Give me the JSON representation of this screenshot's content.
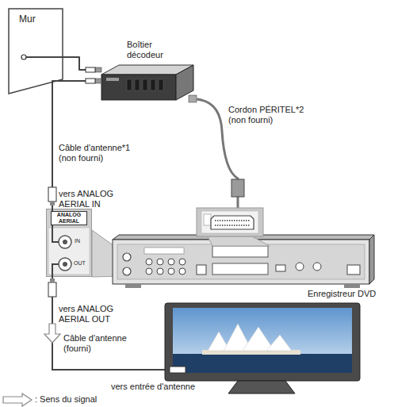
{
  "diagram": {
    "nodes": [
      {
        "text": [
          "Mur"
        ]
      },
      {
        "text": [
          "Boîtier décodeur"
        ]
      },
      {
        "text": [
          "ANALOG AERIAL",
          "IN",
          "OUT"
        ]
      },
      {
        "text": [
          "Enregistreur DVD"
        ]
      }
    ],
    "edges": [
      {
        "from": 0,
        "to": 1,
        "arrow": "none"
      },
      {
        "from": 1,
        "to": 2,
        "label": "Câble d'antenne*1 (non fourni)",
        "arrow": "none"
      },
      {
        "from": 1,
        "to": 3,
        "label": "Cordon PÉRITEL*2 (non fourni)",
        "arrow": "none"
      }
    ],
    "labels": [
      "vers ANALOG AERIAL IN",
      "vers ANALOG AERIAL OUT",
      "Câble d'antenne (fourni)",
      "vers entrée d'antenne"
    ],
    "legend": [
      {
        "text": ": Sens du signal"
      }
    ]
  }
}
